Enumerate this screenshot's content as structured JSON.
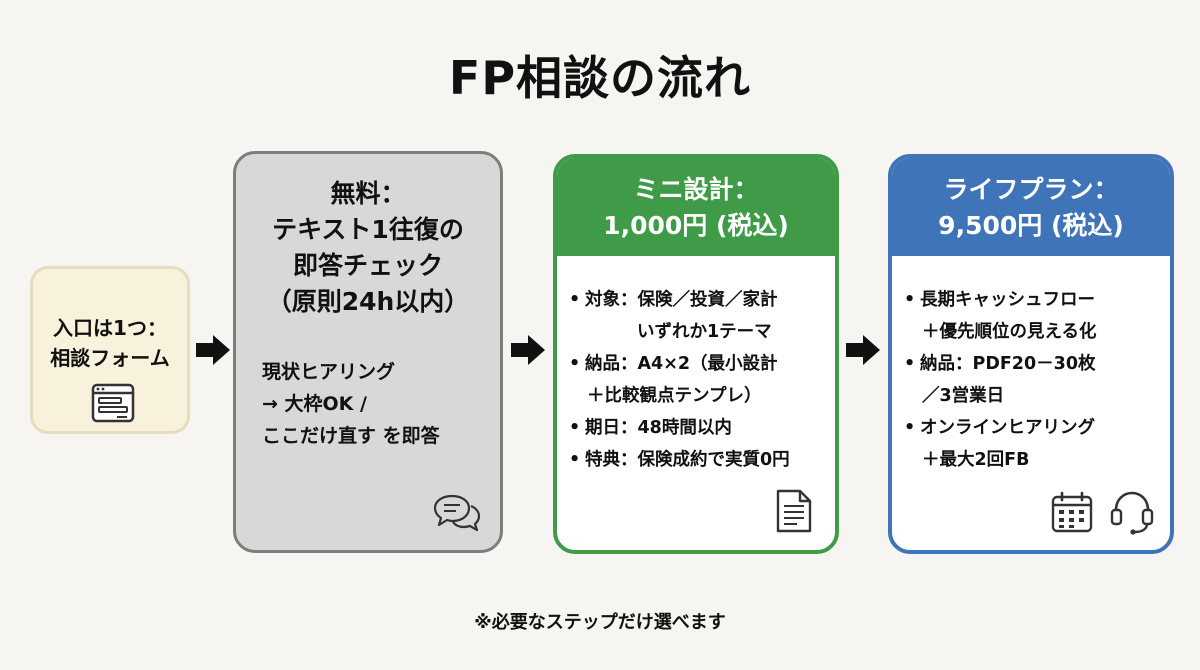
{
  "title": "FP相談の流れ",
  "entry": {
    "line1": "入口は1つ：",
    "line2": "相談フォーム",
    "icon": "form-window-icon"
  },
  "free": {
    "title_lines": [
      "無料：",
      "テキスト1往復の",
      "即答チェック",
      "（原則24h以内）"
    ],
    "desc_lines": [
      "現状ヒアリング",
      "→ 大枠OK /",
      "ここだけ直す を即答"
    ],
    "icon": "chat-bubbles-icon"
  },
  "mini": {
    "header_lines": [
      "ミニ設計：",
      "1,000円 (税込)"
    ],
    "items": [
      [
        "対象：保険／投資／家計",
        "いずれか1テーマ"
      ],
      [
        "納品：A4×2（最小設計",
        "＋比較観点テンプレ）"
      ],
      [
        "期日：48時間以内"
      ],
      [
        "特典：保険成約で実質0円"
      ]
    ],
    "icon": "document-icon",
    "color": "#3f9b48"
  },
  "life": {
    "header_lines": [
      "ライフプラン：",
      "9,500円 (税込)"
    ],
    "items": [
      [
        "長期キャッシュフロー",
        "＋優先順位の見える化"
      ],
      [
        "納品：PDF20－30枚",
        "／3営業日"
      ],
      [
        "オンラインヒアリング",
        "＋最大2回FB"
      ]
    ],
    "icons": [
      "calendar-icon",
      "headset-icon"
    ],
    "color": "#3f74b8"
  },
  "note": "※必要なステップだけ選べます"
}
